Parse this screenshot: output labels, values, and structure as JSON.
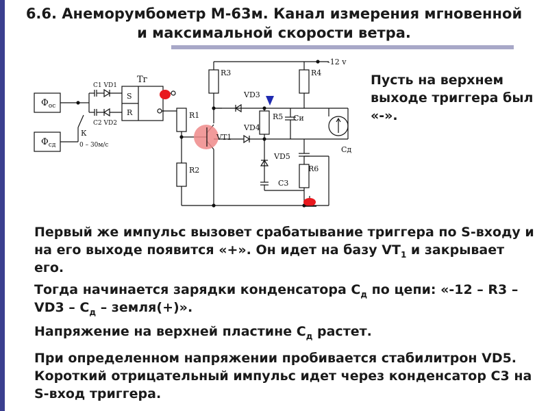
{
  "title": {
    "line1": "6.6. Анеморумбометр М-63м. Канал измерения мгновенной",
    "line2": "и максимальной скорости ветра."
  },
  "colors": {
    "sidebar": "#3b3f8f",
    "rule": "#a8a8c8",
    "marker_red": "#e8191e",
    "marker_blue": "#1f2ab0",
    "marker_pink": "#ef8a8a"
  },
  "circuit": {
    "supply": "-12 v",
    "phi_os": "Ф",
    "phi_os_sub": "ос",
    "phi_sd": "Ф",
    "phi_sd_sub": "сд",
    "c1vd1": "C1 VD1",
    "c2vd2": "C2 VD2",
    "switch": "К",
    "range": "0 – 30м/с",
    "trigger": "Тг",
    "s": "S",
    "r": "R",
    "r1": "R1",
    "r2": "R2",
    "r3": "R3",
    "r4": "R4",
    "r5": "R5",
    "r6": "R6",
    "vd3": "VD3",
    "vd4": "VD4",
    "vd5": "VD5",
    "vt1": "VT1",
    "ci": "Cи",
    "cd": "Cд",
    "c3": "C3"
  },
  "note": "Пусть на верхнем выходе триггера был «-».",
  "paragraphs": {
    "p1_a": "Первый же импульс вызовет срабатывание триггера по S-входу и на его выходе появится «+». Он идет на базу VT",
    "p1_sub": "1",
    "p1_b": " и закрывает его.",
    "p2_a": "Тогда начинается зарядки конденсатора C",
    "p2_sub": "д",
    "p2_b": " по цепи: «-12 – R3 – VD3 – C",
    "p2_sub2": "д",
    "p2_c": " – земля(+)».",
    "p3_a": "Напряжение на верхней пластине C",
    "p3_sub": "д",
    "p3_b": " растет.",
    "p4": "При определенном напряжении пробивается стабилитрон VD5. Короткий отрицательный импульс идет через конденсатор C3 на S-вход триггера."
  }
}
